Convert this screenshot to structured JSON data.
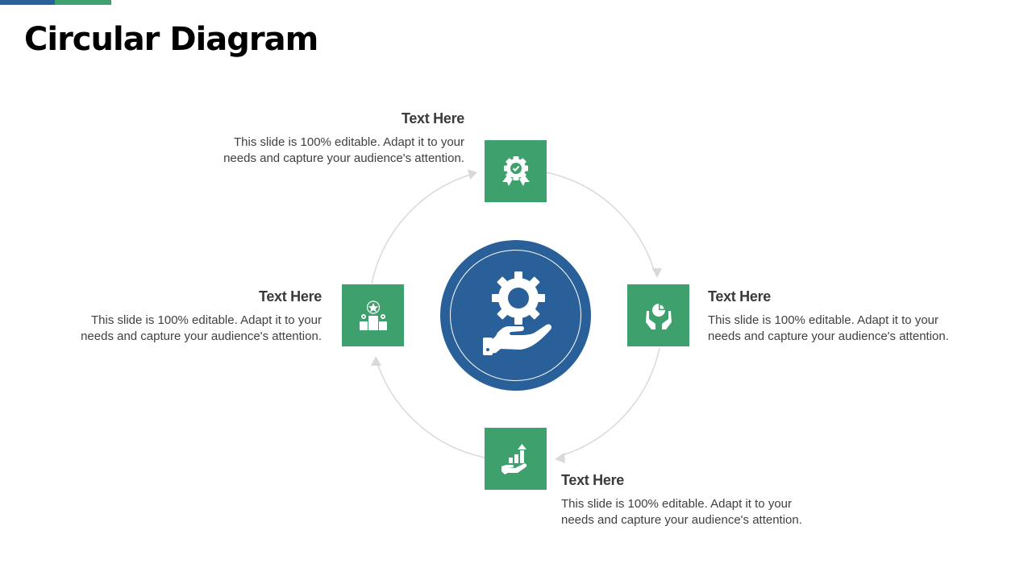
{
  "slide": {
    "title": "Circular Diagram"
  },
  "colors": {
    "accent_blue": "#2a6099",
    "accent_green": "#3ea06d",
    "ring": "#d9d9d9"
  },
  "center": {
    "icon": "gear-hand-icon"
  },
  "items": [
    {
      "position": "top",
      "icon": "award-badge-icon",
      "heading": "Text Here",
      "body": "This slide is 100% editable. Adapt it to your needs and capture your audience's attention."
    },
    {
      "position": "right",
      "icon": "hands-pie-chart-icon",
      "heading": "Text Here",
      "body": "This slide is 100% editable. Adapt it to your needs and capture your audience's attention."
    },
    {
      "position": "bottom",
      "icon": "hand-growth-chart-icon",
      "heading": "Text Here",
      "body": "This slide is 100% editable. Adapt it to your needs and capture your audience's attention."
    },
    {
      "position": "left",
      "icon": "podium-star-icon",
      "heading": "Text Here",
      "body": "This slide is 100% editable. Adapt it to your needs and capture your audience's attention."
    }
  ]
}
